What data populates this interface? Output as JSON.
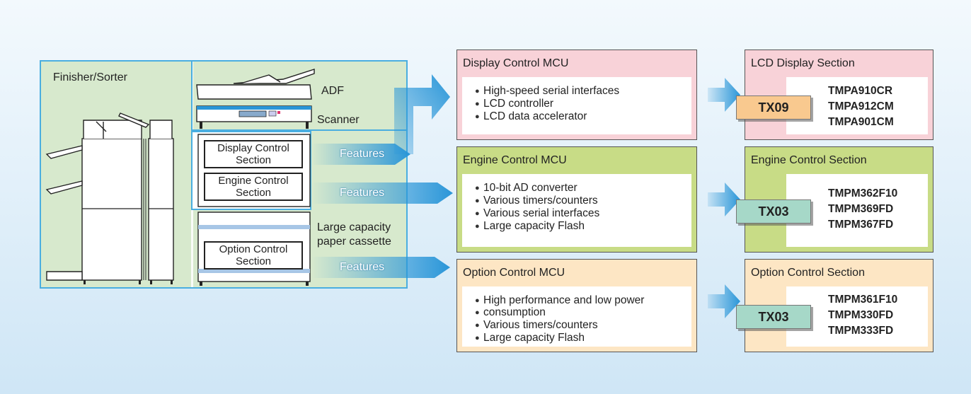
{
  "left_panel": {
    "finisher_label": "Finisher/Sorter",
    "adf_label": "ADF",
    "scanner_label": "Scanner",
    "large_capacity_label_line1": "Large capacity",
    "large_capacity_label_line2": "paper cassette",
    "display_section_line1": "Display Control",
    "display_section_line2": "Section",
    "engine_section_line1": "Engine Control",
    "engine_section_line2": "Section",
    "option_section_line1": "Option Control",
    "option_section_line2": "Section",
    "features_label": "Features"
  },
  "mcu_panels": [
    {
      "title": "Display Control MCU",
      "color": "#f8d2d8",
      "bullets": [
        "High-speed serial interfaces",
        "LCD controller",
        "LCD data accelerator"
      ]
    },
    {
      "title": "Engine Control MCU",
      "color": "#c8dc86",
      "bullets": [
        "10-bit AD converter",
        "Various timers/counters",
        "Various serial interfaces",
        "Large capacity Flash"
      ]
    },
    {
      "title": "Option Control MCU",
      "color": "#fde6c4",
      "bullets": [
        "High performance and low power",
        "consumption",
        "Various timers/counters",
        "Large capacity Flash"
      ]
    }
  ],
  "section_panels": [
    {
      "title": "LCD Display Section",
      "color": "#f8d2d8",
      "chip": "TX09",
      "chip_color": "#f9c98f",
      "parts": [
        "TMPA910CR",
        "TMPA912CM",
        "TMPA901CM"
      ]
    },
    {
      "title": "Engine Control Section",
      "color": "#c8dc86",
      "chip": "TX03",
      "chip_color": "#a6d8c8",
      "parts": [
        "TMPM362F10",
        "TMPM369FD",
        "TMPM367FD"
      ]
    },
    {
      "title": "Option Control Section",
      "color": "#fde6c4",
      "chip": "TX03",
      "chip_color": "#a6d8c8",
      "parts": [
        "TMPM361F10",
        "TMPM330FD",
        "TMPM333FD"
      ]
    }
  ]
}
